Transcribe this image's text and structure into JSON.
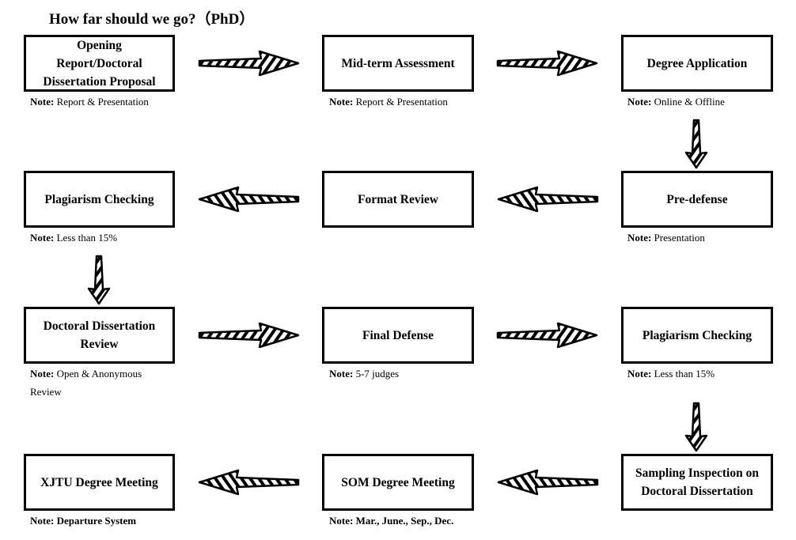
{
  "title": "How far should we go?（PhD）",
  "note_prefix": "Note:",
  "rows": [
    [
      {
        "label": "Opening Report/Doctoral Dissertation Proposal",
        "note": "Report & Presentation"
      },
      {
        "label": "Mid-term Assessment",
        "note": "Report & Presentation"
      },
      {
        "label": "Degree Application",
        "note": "Online & Offline"
      }
    ],
    [
      {
        "label": "Plagiarism Checking",
        "note": "Less than 15%"
      },
      {
        "label": "Format Review",
        "note": ""
      },
      {
        "label": "Pre-defense",
        "note": "Presentation"
      }
    ],
    [
      {
        "label": "Doctoral Dissertation Review",
        "note": "Open & Anonymous Review"
      },
      {
        "label": "Final Defense",
        "note": "5-7 judges"
      },
      {
        "label": "Plagiarism Checking",
        "note": "Less than 15%"
      }
    ],
    [
      {
        "label": "XJTU Degree Meeting",
        "note": "Departure System"
      },
      {
        "label": "SOM Degree Meeting",
        "note": "Mar., June., Sep., Dec."
      },
      {
        "label": "Sampling Inspection on Doctoral Dissertation",
        "note": ""
      }
    ]
  ],
  "arrows": [
    {
      "from": "Opening Report/Doctoral Dissertation Proposal",
      "to": "Mid-term Assessment",
      "direction": "right"
    },
    {
      "from": "Mid-term Assessment",
      "to": "Degree Application",
      "direction": "right"
    },
    {
      "from": "Degree Application",
      "to": "Pre-defense",
      "direction": "down"
    },
    {
      "from": "Pre-defense",
      "to": "Format Review",
      "direction": "left"
    },
    {
      "from": "Format Review",
      "to": "Plagiarism Checking",
      "direction": "left"
    },
    {
      "from": "Plagiarism Checking",
      "to": "Doctoral Dissertation Review",
      "direction": "down"
    },
    {
      "from": "Doctoral Dissertation Review",
      "to": "Final Defense",
      "direction": "right"
    },
    {
      "from": "Final Defense",
      "to": "Plagiarism Checking",
      "direction": "right"
    },
    {
      "from": "Plagiarism Checking",
      "to": "Sampling Inspection on Doctoral Dissertation",
      "direction": "down"
    },
    {
      "from": "Sampling Inspection on Doctoral Dissertation",
      "to": "SOM Degree Meeting",
      "direction": "left"
    },
    {
      "from": "SOM Degree Meeting",
      "to": "XJTU Degree Meeting",
      "direction": "left"
    }
  ]
}
